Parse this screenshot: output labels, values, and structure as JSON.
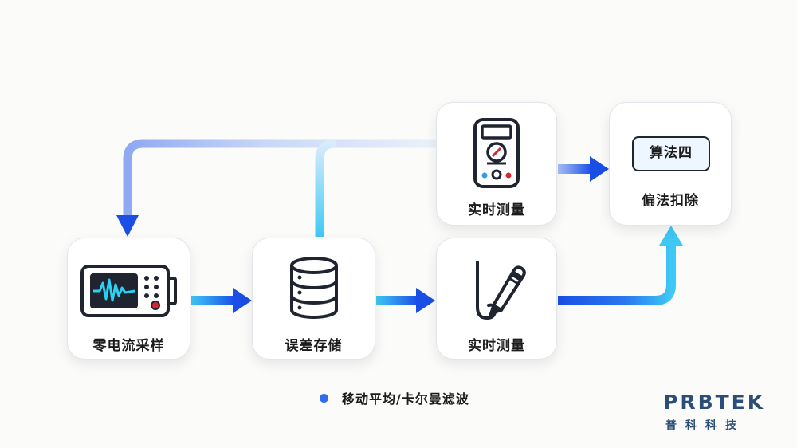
{
  "nodes": {
    "zero_current_sampling": "零电流采样",
    "error_storage": "误差存储",
    "realtime_measure_top": "实时测量",
    "realtime_measure_bottom": "实时测量",
    "offset_removal": "偏法扣除",
    "algorithm_box": "算法四"
  },
  "legend": {
    "text": "移动平均/卡尔曼滤波",
    "dot_color": "#2f6cf1"
  },
  "brand": {
    "name": "PRBTEK",
    "subtitle": "普科科技",
    "color": "#2b4e78"
  },
  "icons": {
    "zero_current_sampling": "oscilloscope-icon",
    "error_storage": "database-icon",
    "realtime_measure_top": "multimeter-icon",
    "realtime_measure_bottom": "probe-pen-icon"
  },
  "colors": {
    "arrow_light": "#3ec8f5",
    "arrow_deep": "#1a4fe6",
    "feedback_pale": "#e4ecfb"
  }
}
